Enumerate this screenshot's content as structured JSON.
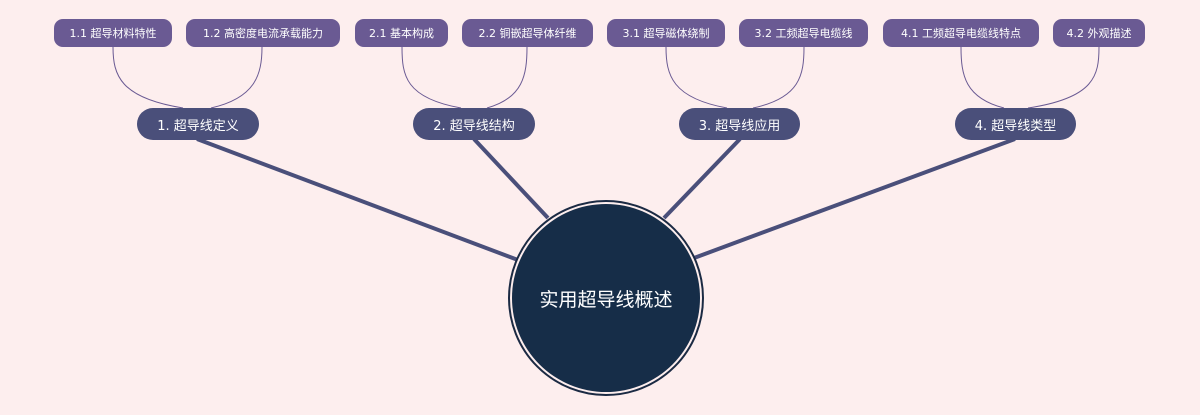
{
  "root": {
    "label": "实用超导线概述"
  },
  "branches": [
    {
      "label": "1. 超导线定义",
      "children": [
        "1.1 超导材料特性",
        "1.2 高密度电流承载能力"
      ]
    },
    {
      "label": "2. 超导线结构",
      "children": [
        "2.1 基本构成",
        "2.2 铜嵌超导体纤维"
      ]
    },
    {
      "label": "3. 超导线应用",
      "children": [
        "3.1 超导磁体绕制",
        "3.2 工频超导电缆线"
      ]
    },
    {
      "label": "4. 超导线类型",
      "children": [
        "4.1 工频超导电缆线特点",
        "4.2 外观描述"
      ]
    }
  ],
  "colors": {
    "background": "#fdeeee",
    "root_fill": "#162d48",
    "branch_fill": "#4a4f7a",
    "sub_fill": "#6a5a93",
    "thick_link": "#4a4f7a",
    "thin_link": "#6a5a93"
  }
}
